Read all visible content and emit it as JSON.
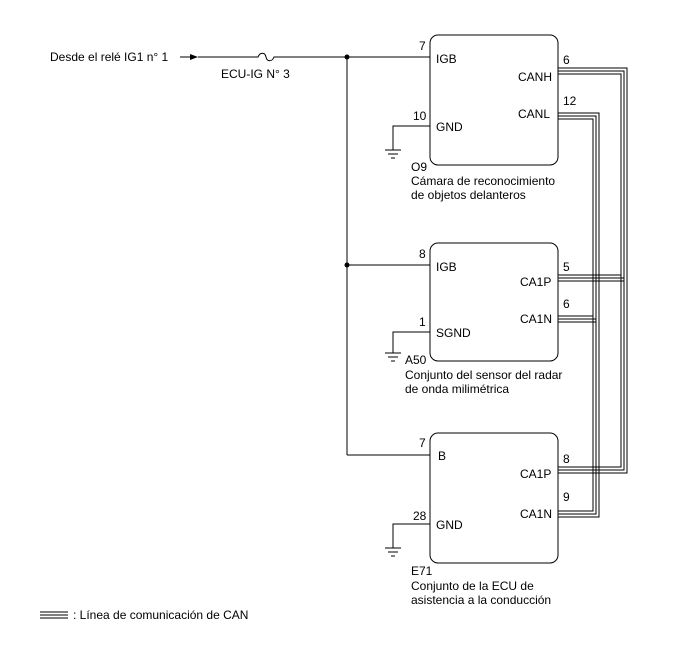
{
  "source_label": "Desde el relé IG1 n° 1",
  "fuse_label": "ECU-IG N° 3",
  "components": [
    {
      "code": "O9",
      "name_line1": "Cámara de reconocimiento",
      "name_line2": "de objetos delanteros",
      "pins": {
        "igb_num": "7",
        "igb_label": "IGB",
        "gnd_num": "10",
        "gnd_label": "GND",
        "p1_num": "6",
        "p1_label": "CANH",
        "p2_num": "12",
        "p2_label": "CANL"
      }
    },
    {
      "code": "A50",
      "name_line1": "Conjunto del sensor del radar",
      "name_line2": "de onda milimétrica",
      "pins": {
        "igb_num": "8",
        "igb_label": "IGB",
        "gnd_num": "1",
        "gnd_label": "SGND",
        "p1_num": "5",
        "p1_label": "CA1P",
        "p2_num": "6",
        "p2_label": "CA1N"
      }
    },
    {
      "code": "E71",
      "name_line1": "Conjunto de la ECU de",
      "name_line2": "asistencia a la conducción",
      "pins": {
        "igb_num": "7",
        "igb_label": "B",
        "gnd_num": "28",
        "gnd_label": "GND",
        "p1_num": "8",
        "p1_label": "CA1P",
        "p2_num": "9",
        "p2_label": "CA1N"
      }
    }
  ],
  "legend": {
    "text": ": Línea de comunicación de CAN",
    "icon": "can-line-icon"
  }
}
